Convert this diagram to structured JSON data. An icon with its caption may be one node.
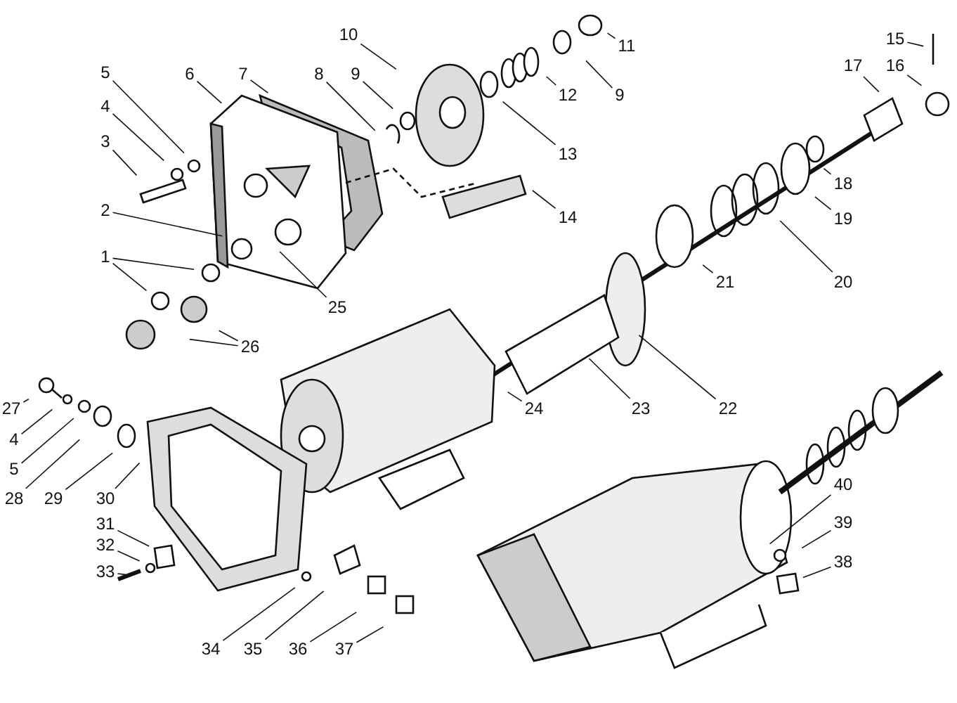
{
  "diagram": {
    "nodes": [
      {
        "text": [
          "5"
        ]
      },
      {
        "text": [
          "4"
        ]
      },
      {
        "text": [
          "3"
        ]
      },
      {
        "text": [
          "6"
        ]
      },
      {
        "text": [
          "7"
        ]
      },
      {
        "text": [
          "8"
        ]
      },
      {
        "text": [
          "9"
        ]
      },
      {
        "text": [
          "10"
        ]
      },
      {
        "text": [
          "11"
        ]
      },
      {
        "text": [
          "12"
        ]
      },
      {
        "text": [
          "9"
        ]
      },
      {
        "text": [
          "13"
        ]
      },
      {
        "text": [
          "14"
        ]
      },
      {
        "text": [
          "15"
        ]
      },
      {
        "text": [
          "17"
        ]
      },
      {
        "text": [
          "16"
        ]
      },
      {
        "text": [
          "18"
        ]
      },
      {
        "text": [
          "19"
        ]
      },
      {
        "text": [
          "20"
        ]
      },
      {
        "text": [
          "21"
        ]
      },
      {
        "text": [
          "22"
        ]
      },
      {
        "text": [
          "23"
        ]
      },
      {
        "text": [
          "24"
        ]
      },
      {
        "text": [
          "2"
        ]
      },
      {
        "text": [
          "1"
        ]
      },
      {
        "text": [
          "25"
        ]
      },
      {
        "text": [
          "26"
        ]
      },
      {
        "text": [
          "27"
        ]
      },
      {
        "text": [
          "4"
        ]
      },
      {
        "text": [
          "5"
        ]
      },
      {
        "text": [
          "28"
        ]
      },
      {
        "text": [
          "29"
        ]
      },
      {
        "text": [
          "30"
        ]
      },
      {
        "text": [
          "31"
        ]
      },
      {
        "text": [
          "32"
        ]
      },
      {
        "text": [
          "33"
        ]
      },
      {
        "text": [
          "34"
        ]
      },
      {
        "text": [
          "35"
        ]
      },
      {
        "text": [
          "36"
        ]
      },
      {
        "text": [
          "37"
        ]
      },
      {
        "text": [
          "40"
        ]
      },
      {
        "text": [
          "39"
        ]
      },
      {
        "text": [
          "38"
        ]
      }
    ],
    "edges": [
      {
        "from": 0,
        "to": null,
        "arrow": "none"
      },
      {
        "from": 1,
        "to": null,
        "arrow": "none"
      },
      {
        "from": 2,
        "to": null,
        "arrow": "none"
      },
      {
        "from": 3,
        "to": null,
        "arrow": "none"
      },
      {
        "from": 4,
        "to": null,
        "arrow": "none"
      },
      {
        "from": 5,
        "to": null,
        "arrow": "none"
      },
      {
        "from": 6,
        "to": null,
        "arrow": "none"
      },
      {
        "from": 7,
        "to": null,
        "arrow": "none"
      },
      {
        "from": 8,
        "to": null,
        "arrow": "none"
      },
      {
        "from": 9,
        "to": null,
        "arrow": "none"
      },
      {
        "from": 10,
        "to": null,
        "arrow": "none"
      },
      {
        "from": 11,
        "to": null,
        "arrow": "none"
      },
      {
        "from": 12,
        "to": null,
        "arrow": "none"
      },
      {
        "from": 13,
        "to": null,
        "arrow": "none"
      },
      {
        "from": 14,
        "to": null,
        "arrow": "none"
      },
      {
        "from": 15,
        "to": null,
        "arrow": "none"
      },
      {
        "from": 16,
        "to": null,
        "arrow": "none"
      },
      {
        "from": 17,
        "to": null,
        "arrow": "none"
      },
      {
        "from": 18,
        "to": null,
        "arrow": "none"
      },
      {
        "from": 19,
        "to": null,
        "arrow": "none"
      },
      {
        "from": 20,
        "to": null,
        "arrow": "none"
      },
      {
        "from": 21,
        "to": null,
        "arrow": "none"
      },
      {
        "from": 22,
        "to": null,
        "arrow": "none"
      },
      {
        "from": 23,
        "to": null,
        "arrow": "none"
      },
      {
        "from": 24,
        "to": null,
        "arrow": "none"
      },
      {
        "from": 24,
        "to": null,
        "arrow": "none"
      },
      {
        "from": 25,
        "to": null,
        "arrow": "none"
      },
      {
        "from": 26,
        "to": null,
        "arrow": "none"
      },
      {
        "from": 26,
        "to": null,
        "arrow": "none"
      },
      {
        "from": 27,
        "to": null,
        "arrow": "none"
      },
      {
        "from": 28,
        "to": null,
        "arrow": "none"
      },
      {
        "from": 29,
        "to": null,
        "arrow": "none"
      },
      {
        "from": 30,
        "to": null,
        "arrow": "none"
      },
      {
        "from": 31,
        "to": null,
        "arrow": "none"
      },
      {
        "from": 32,
        "to": null,
        "arrow": "none"
      },
      {
        "from": 33,
        "to": null,
        "arrow": "none"
      },
      {
        "from": 34,
        "to": null,
        "arrow": "none"
      },
      {
        "from": 35,
        "to": null,
        "arrow": "none"
      },
      {
        "from": 36,
        "to": null,
        "arrow": "none"
      },
      {
        "from": 37,
        "to": null,
        "arrow": "none"
      },
      {
        "from": 38,
        "to": null,
        "arrow": "none"
      },
      {
        "from": 39,
        "to": null,
        "arrow": "none"
      },
      {
        "from": 40,
        "to": null,
        "arrow": "none"
      },
      {
        "from": 41,
        "to": null,
        "arrow": "none"
      },
      {
        "from": 42,
        "to": null,
        "arrow": "none"
      }
    ]
  }
}
